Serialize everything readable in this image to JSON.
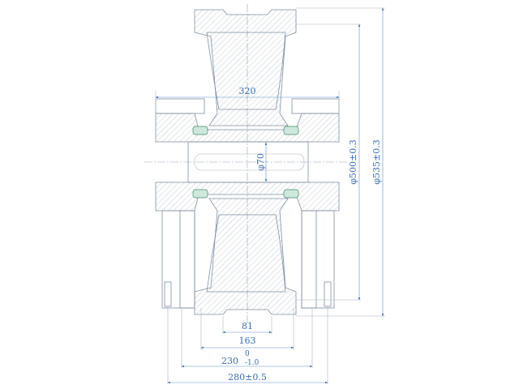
{
  "drawing": {
    "dimensions": {
      "width_overall": "320",
      "shaft_diameter": "φ70",
      "inner_diameter": "φ500±0.3",
      "outer_diameter": "φ535±0.3",
      "tread_width": "81",
      "rim_width": "163",
      "hub_width_value": "230",
      "hub_width_upper_tol": "0",
      "hub_width_lower_tol": "-1.0",
      "base_width": "280±0.5"
    },
    "colors": {
      "dimension": "#3c6db0",
      "outline": "#7f8fa0",
      "seal": "#3f8a6a"
    }
  }
}
